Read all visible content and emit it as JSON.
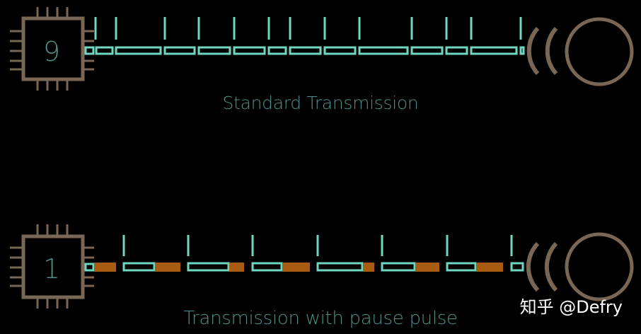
{
  "colors": {
    "background": "#000000",
    "chip": "#7a6654",
    "data_pulse": "#6fd6c2",
    "pause_pulse": "#a85b12",
    "caption": "#4f8f89",
    "receiver": "#7a6654"
  },
  "diagrams": [
    {
      "chip_label": "9",
      "caption": "Standard Transmission",
      "has_pause_pulse": false
    },
    {
      "chip_label": "1",
      "caption": "Transmission with pause pulse",
      "has_pause_pulse": true
    }
  ],
  "watermark": "知乎 @Defry",
  "icons": [
    "chip-icon",
    "receiver-antenna-icon"
  ]
}
